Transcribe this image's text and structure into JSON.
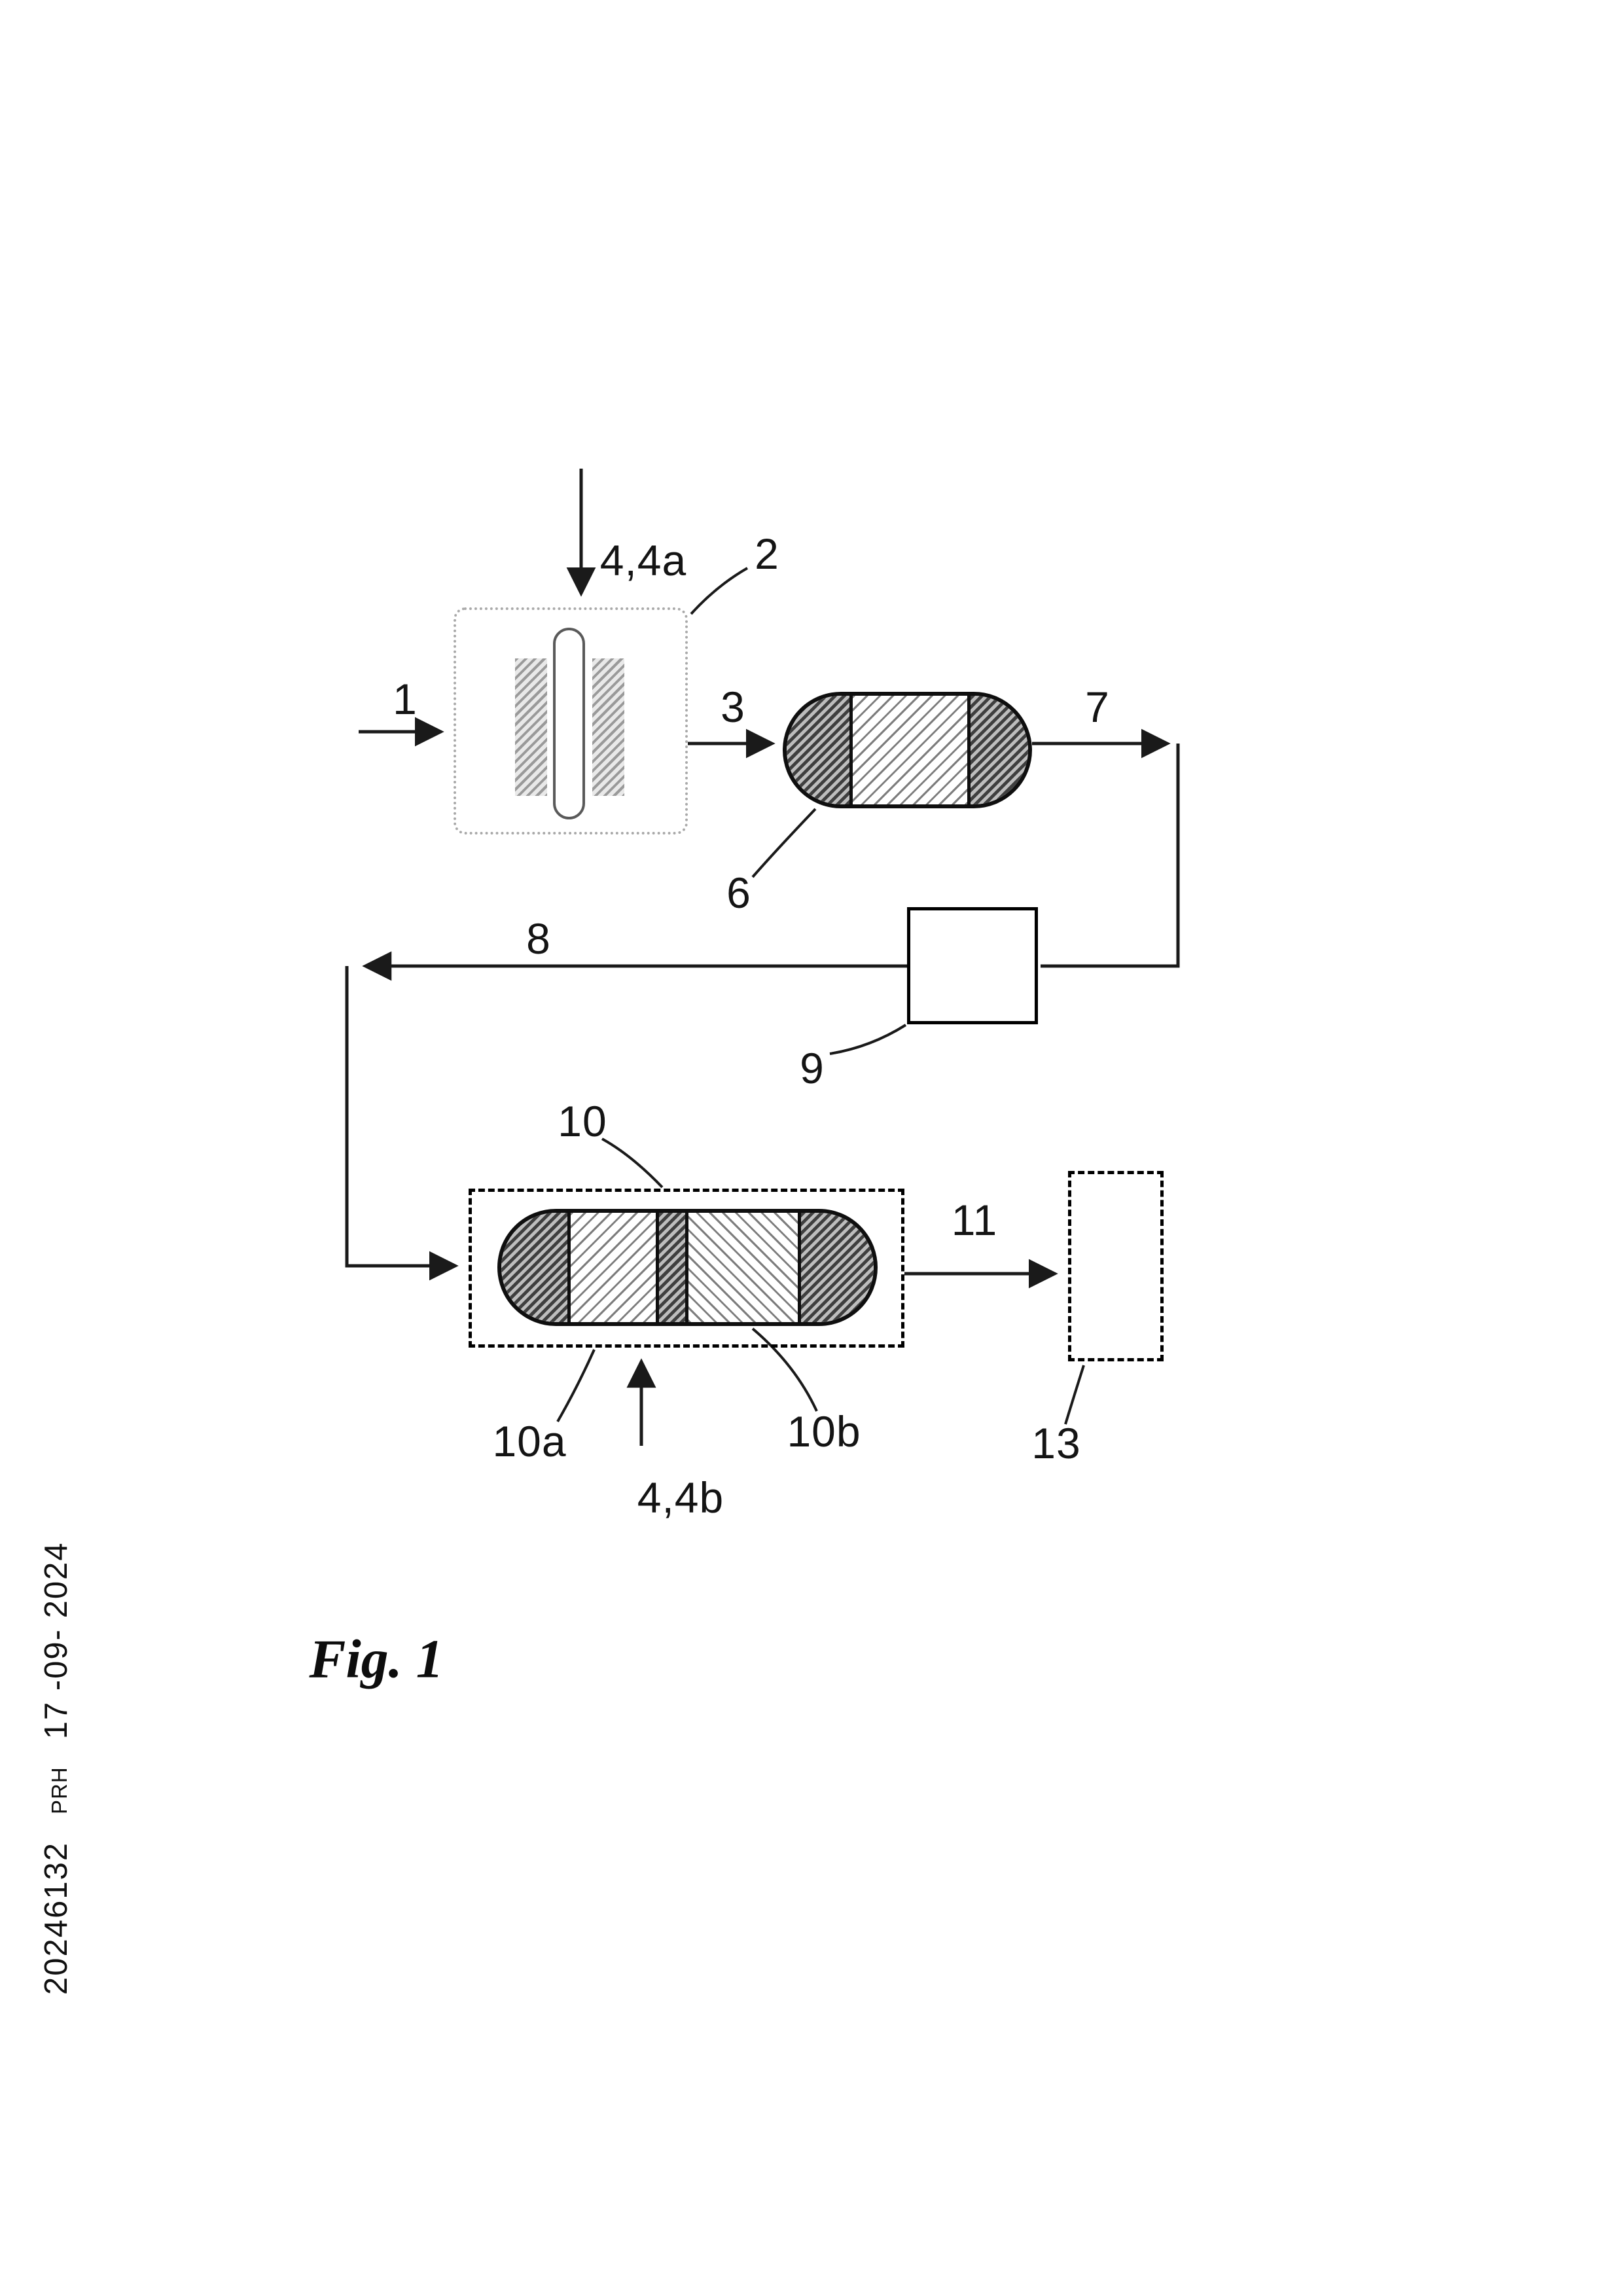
{
  "caption": "Fig. 1",
  "labels": {
    "l1": "1",
    "l2": "2",
    "l3": "3",
    "l44a": "4,4a",
    "l6": "6",
    "l7": "7",
    "l8": "8",
    "l9": "9",
    "l10": "10",
    "l10a": "10a",
    "l10b": "10b",
    "l11": "11",
    "l13": "13",
    "l44b": "4,4b"
  },
  "stamp": {
    "app_number": "20246132",
    "office": "PRH",
    "date": "17 -09- 2024"
  },
  "colors": {
    "line": "#1a1a1a",
    "hatch_dark": "#3f3f3f",
    "hatch_light": "#7d7d7d",
    "box2_border": "#a9a9a9"
  }
}
